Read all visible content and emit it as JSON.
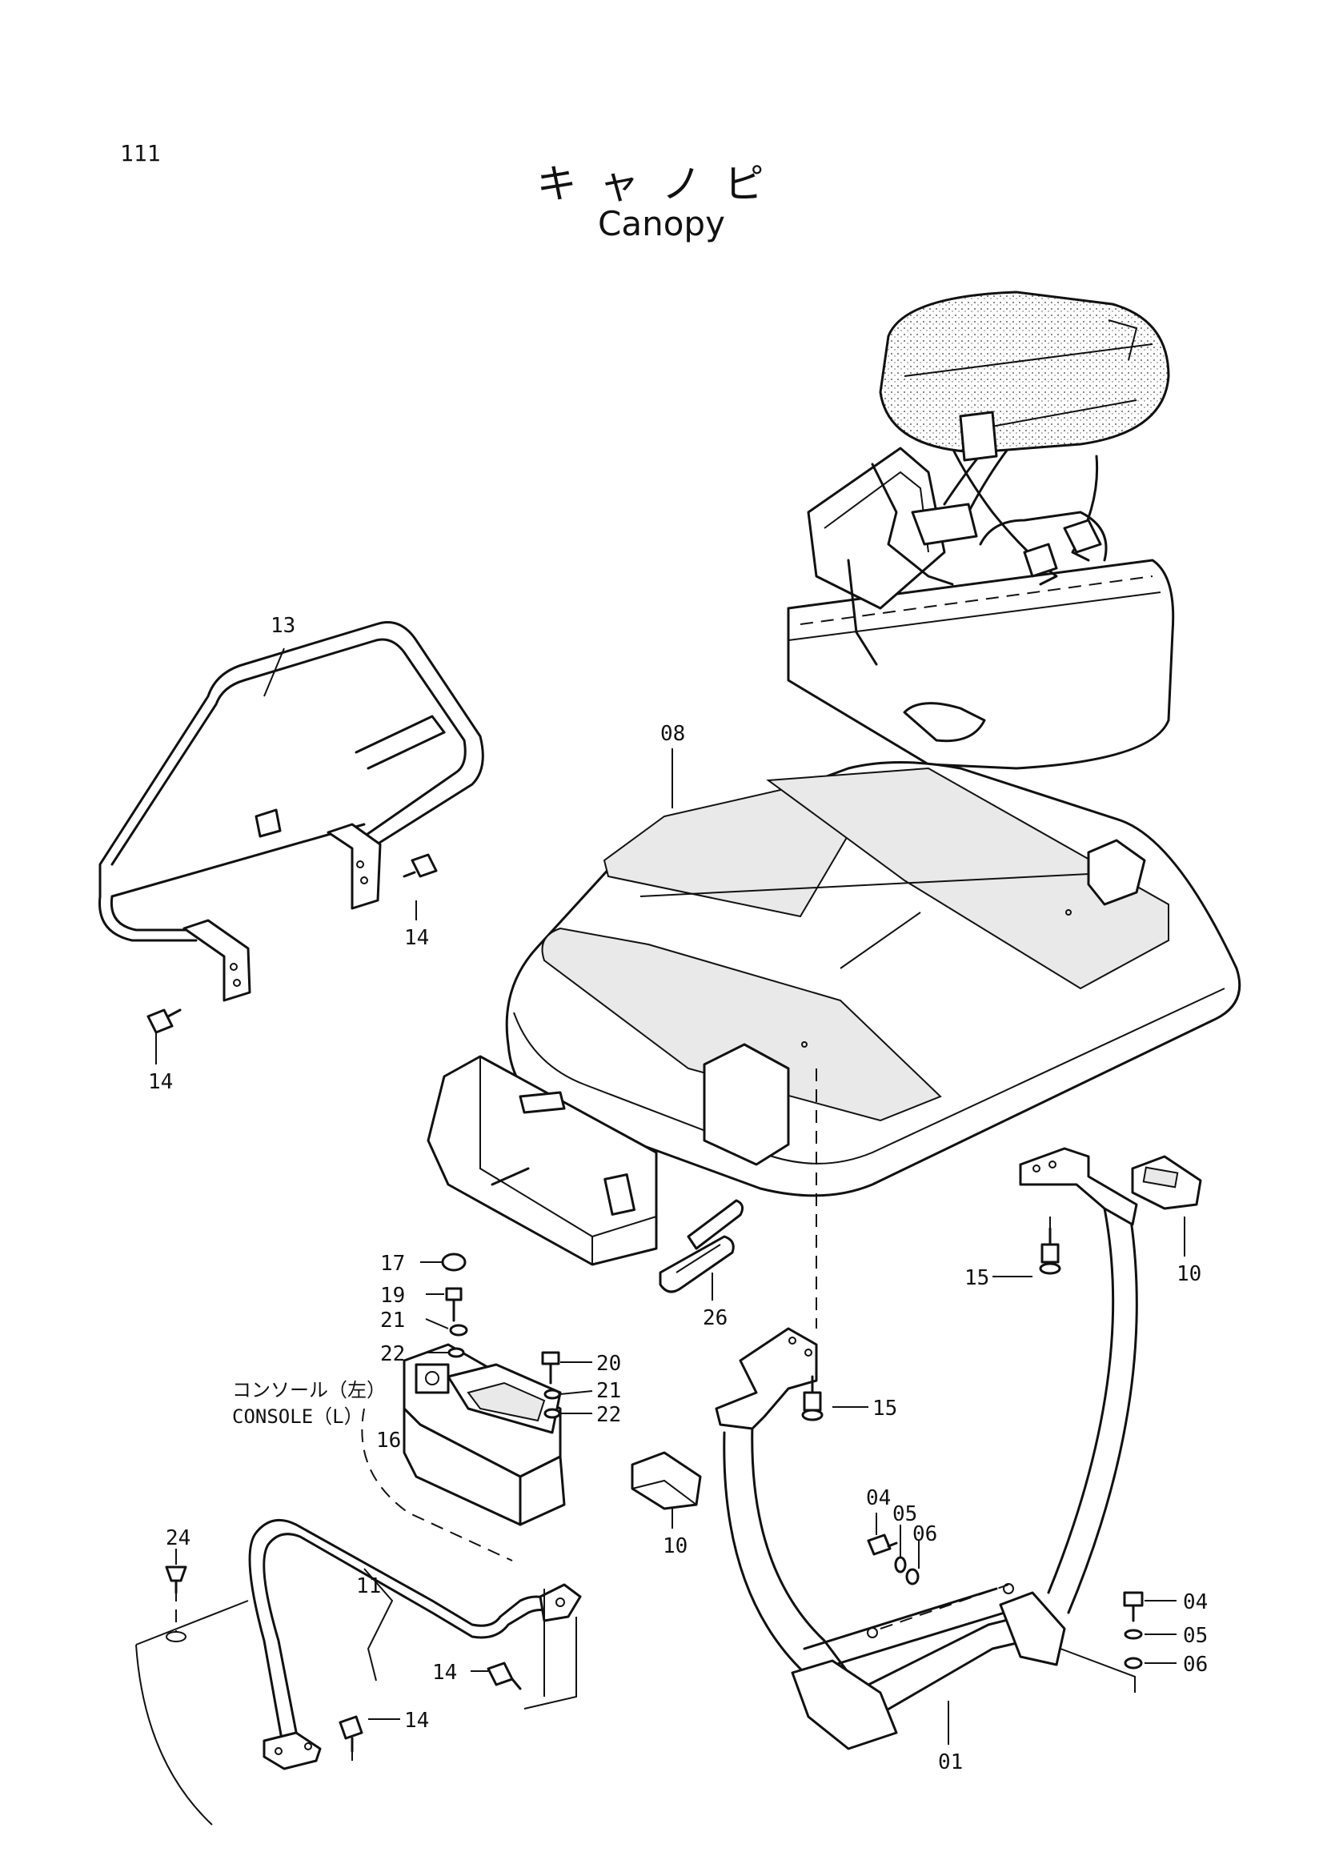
{
  "page_number": "111",
  "title_ja": "キャノピ",
  "title_en": "Canopy",
  "console_label_ja": "コンソール（左）",
  "console_label_en": "CONSOLE（L）",
  "callouts": {
    "c01": "01",
    "c04a": "04",
    "c04b": "04",
    "c05a": "05",
    "c05b": "05",
    "c06a": "06",
    "c06b": "06",
    "c08": "08",
    "c10a": "10",
    "c10b": "10",
    "c11": "11",
    "c13": "13",
    "c14a": "14",
    "c14b": "14",
    "c14c": "14",
    "c14d": "14",
    "c15a": "15",
    "c15b": "15",
    "c16": "16",
    "c17": "17",
    "c19": "19",
    "c20": "20",
    "c21a": "21",
    "c21b": "21",
    "c22a": "22",
    "c22b": "22",
    "c24": "24",
    "c26": "26"
  }
}
